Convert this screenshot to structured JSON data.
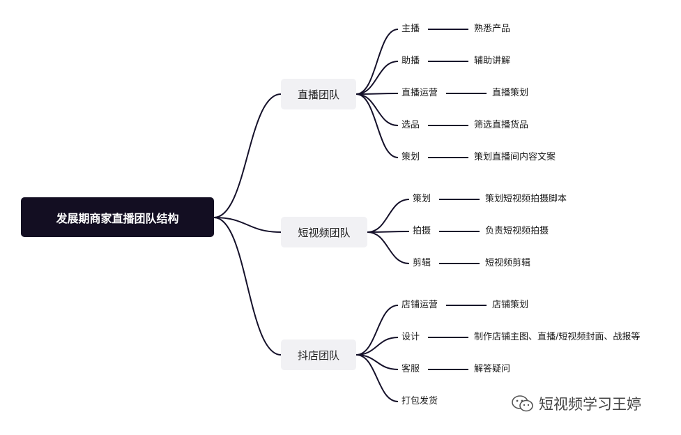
{
  "root": "发展期商家直播团队结构",
  "branches": [
    {
      "label": "直播团队",
      "items": [
        {
          "role": "主播",
          "desc": "熟悉产品"
        },
        {
          "role": "助播",
          "desc": "辅助讲解"
        },
        {
          "role": "直播运营",
          "desc": "直播策划"
        },
        {
          "role": "选品",
          "desc": "筛选直播货品"
        },
        {
          "role": "策划",
          "desc": "策划直播间内容文案"
        }
      ]
    },
    {
      "label": "短视频团队",
      "items": [
        {
          "role": "策划",
          "desc": "策划短视频拍摄脚本"
        },
        {
          "role": "拍摄",
          "desc": "负责短视频拍摄"
        },
        {
          "role": "剪辑",
          "desc": "短视频剪辑"
        }
      ]
    },
    {
      "label": "抖店团队",
      "items": [
        {
          "role": "店铺运营",
          "desc": "店铺策划"
        },
        {
          "role": "设计",
          "desc": "制作店铺主图、直播/短视频封面、战报等"
        },
        {
          "role": "客服",
          "desc": "解答疑问"
        },
        {
          "role": "打包发货",
          "desc": ""
        }
      ]
    }
  ],
  "watermark": "短视频学习王婷",
  "colors": {
    "root_bg": "#130e22",
    "branch_bg": "#f1f1f4",
    "line": "#15112a"
  }
}
